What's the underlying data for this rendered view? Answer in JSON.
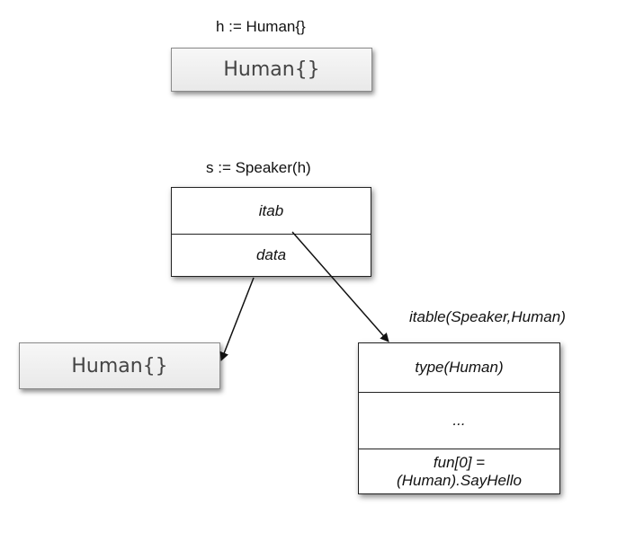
{
  "human_assign": {
    "code": "h := Human{}",
    "value_label": "Human{}"
  },
  "speaker_assign": {
    "code": "s := Speaker(h)",
    "fields": [
      "itab",
      "data"
    ]
  },
  "data_target": {
    "value_label": "Human{}"
  },
  "itable": {
    "title": "itable(Speaker,Human)",
    "rows": [
      "type(Human)",
      "...",
      "fun[0] =",
      "(Human).SayHello"
    ]
  }
}
